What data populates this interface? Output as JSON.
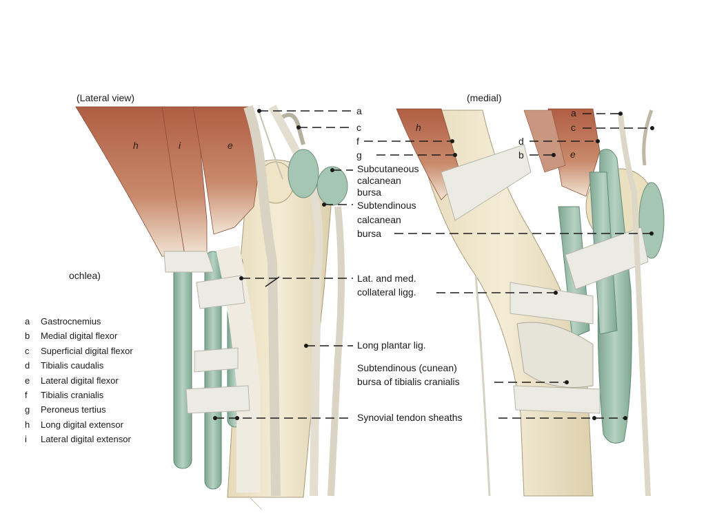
{
  "headings": {
    "lateral": "(Lateral view)",
    "medial": "(medial)"
  },
  "fragment": "ochlea)",
  "muscle_tags": {
    "left_h": "h",
    "left_i": "i",
    "left_e": "e",
    "right_h": "h",
    "right_e": "e"
  },
  "callouts": {
    "a": "a",
    "c": "c",
    "f": "f",
    "g": "g",
    "d_right": "d",
    "b_right": "b",
    "a_right": "a",
    "c_right": "c"
  },
  "labels": {
    "subcutaneous": [
      "Subcutaneous",
      "calcanean",
      "bursa"
    ],
    "subtendinous": [
      "Subtendinous",
      "calcanean",
      "bursa"
    ],
    "collateral": [
      "Lat. and med.",
      "collateral ligg."
    ],
    "long_plantar": "Long plantar lig.",
    "cunean": [
      "Subtendinous (cunean)",
      "bursa of tibialis cranialis"
    ],
    "synovial": "Synovial tendon sheaths"
  },
  "legend": [
    {
      "key": "a",
      "name": "Gastrocnemius"
    },
    {
      "key": "b",
      "name": "Medial digital flexor"
    },
    {
      "key": "c",
      "name": "Superficial digital flexor"
    },
    {
      "key": "d",
      "name": "Tibialis caudalis"
    },
    {
      "key": "e",
      "name": "Lateral digital flexor"
    },
    {
      "key": "f",
      "name": "Tibialis cranialis"
    },
    {
      "key": "g",
      "name": "Peroneus tertius"
    },
    {
      "key": "h",
      "name": "Long digital extensor"
    },
    {
      "key": "i",
      "name": "Lateral digital extensor"
    }
  ],
  "colors": {
    "muscle": "#b86a4e",
    "tendon": "#f2ece0",
    "bone": "#efe6cc",
    "sheath": "#9dbfac",
    "ligament": "#e9e8df",
    "line": "#1a1a1a"
  }
}
